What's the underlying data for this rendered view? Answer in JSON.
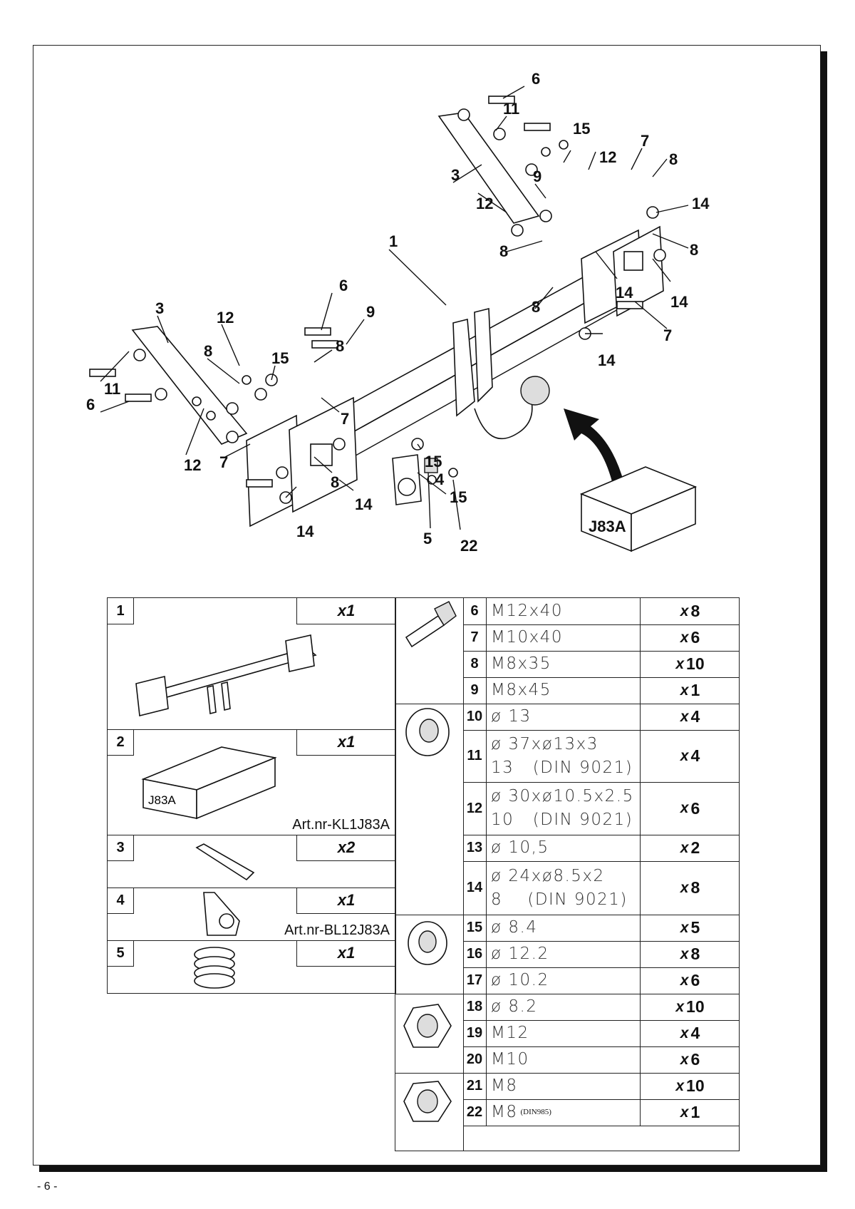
{
  "page_number": "- 6 -",
  "callouts": [
    "1",
    "3",
    "3",
    "6",
    "6",
    "6",
    "7",
    "7",
    "7",
    "7",
    "8",
    "8",
    "8",
    "8",
    "8",
    "8",
    "8",
    "9",
    "9",
    "11",
    "11",
    "12",
    "12",
    "12",
    "12",
    "14",
    "14",
    "14",
    "14",
    "14",
    "14",
    "15",
    "15",
    "15",
    "15",
    "4",
    "5",
    "22"
  ],
  "box_label": "J83A",
  "kit": [
    {
      "no": "1",
      "qty": "x1",
      "art": ""
    },
    {
      "no": "2",
      "qty": "x1",
      "art": "Art.nr-KL1J83A",
      "box_label": "J83A"
    },
    {
      "no": "3",
      "qty": "x2",
      "art": ""
    },
    {
      "no": "4",
      "qty": "x1",
      "art": "Art.nr-BL12J83A"
    },
    {
      "no": "5",
      "qty": "x1",
      "art": ""
    }
  ],
  "hardware": [
    {
      "no": "6",
      "size": "M12x40",
      "qty": "8"
    },
    {
      "no": "7",
      "size": "M10x40",
      "qty": "6"
    },
    {
      "no": "8",
      "size": "M8x35",
      "qty": "10"
    },
    {
      "no": "9",
      "size": "M8x45",
      "qty": "1"
    },
    {
      "no": "10",
      "size": "ø 13",
      "qty": "4"
    },
    {
      "no": "11",
      "size": "ø 37xø13x3",
      "size2": "13   (DIN 9021)",
      "qty": "4"
    },
    {
      "no": "12",
      "size": "ø 30xø10.5x2.5",
      "size2": "10   (DIN 9021)",
      "qty": "6"
    },
    {
      "no": "13",
      "size": "ø 10,5",
      "qty": "2"
    },
    {
      "no": "14",
      "size": "ø 24xø8.5x2",
      "size2": "8    (DIN 9021)",
      "qty": "8"
    },
    {
      "no": "15",
      "size": "ø 8.4",
      "qty": "5"
    },
    {
      "no": "16",
      "size": "ø 12.2",
      "qty": "8"
    },
    {
      "no": "17",
      "size": "ø 10.2",
      "qty": "6"
    },
    {
      "no": "18",
      "size": "ø 8.2",
      "qty": "10"
    },
    {
      "no": "19",
      "size": "M12",
      "qty": "4"
    },
    {
      "no": "20",
      "size": "M10",
      "qty": "6"
    },
    {
      "no": "21",
      "size": "M8",
      "qty": "10"
    },
    {
      "no": "22",
      "size": "M8",
      "size_note": "(DIN985)",
      "qty": "1"
    }
  ],
  "qty_prefix": "x"
}
